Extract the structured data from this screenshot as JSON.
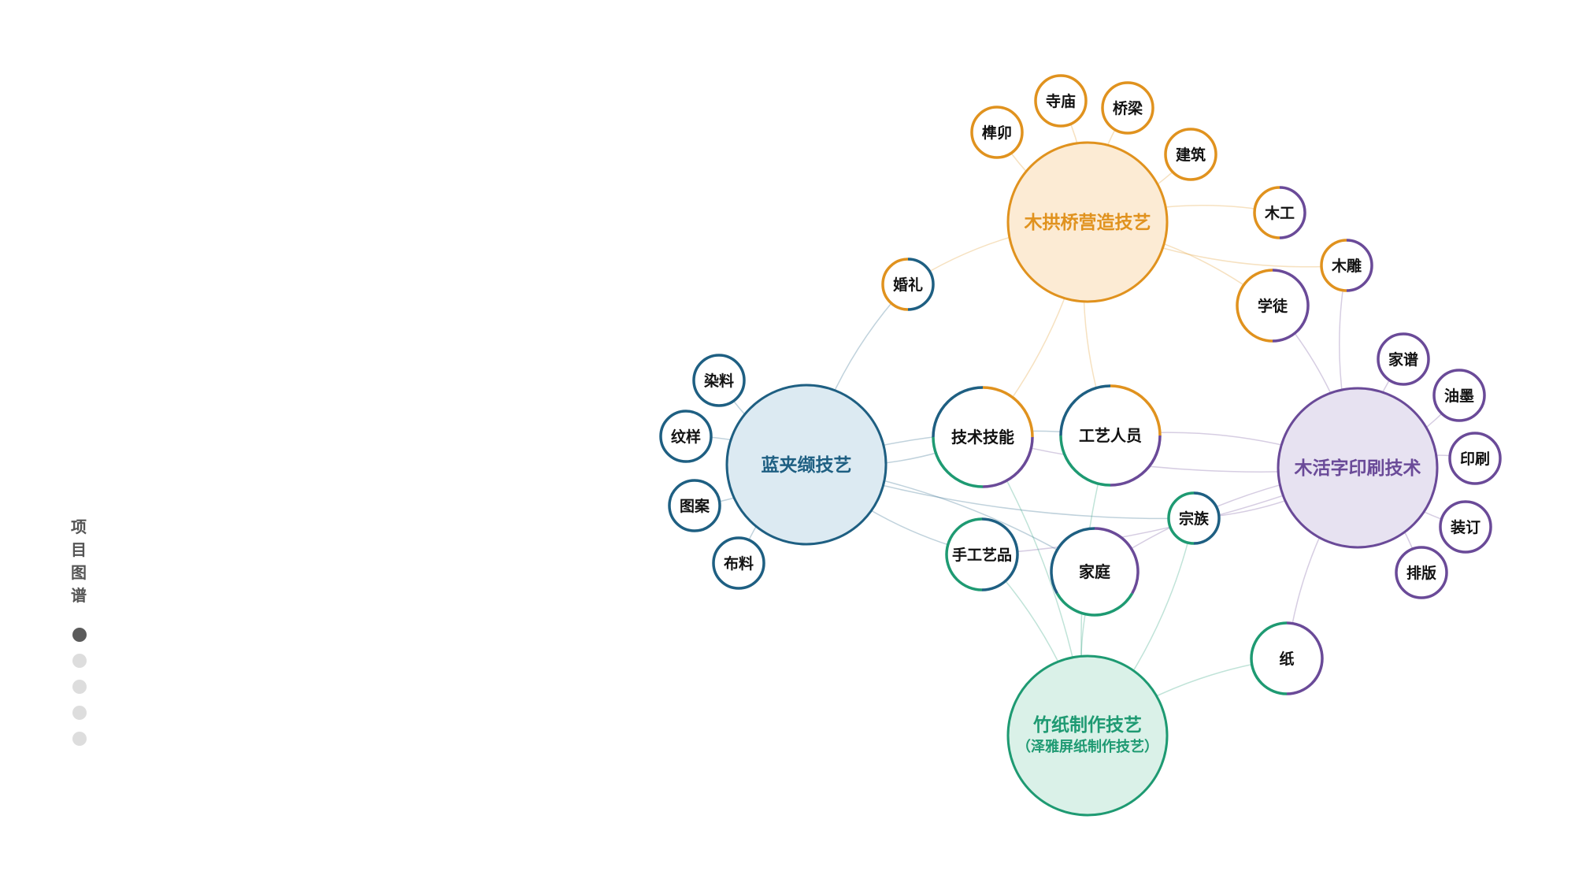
{
  "sidebar": {
    "title": [
      "项",
      "目",
      "图",
      "谱"
    ],
    "dots": [
      {
        "active": true
      },
      {
        "active": false
      },
      {
        "active": false
      },
      {
        "active": false
      },
      {
        "active": false
      }
    ]
  },
  "colors": {
    "orange": "#E0921E",
    "purple": "#6A4A98",
    "blue": "#1E5F82",
    "green": "#1E9A72",
    "orange_fill": "#FCEBD4",
    "purple_fill": "#E7E2F1",
    "blue_fill": "#DCEAF2",
    "green_fill": "#DAF1E8"
  },
  "graph": {
    "hubs": [
      {
        "id": "mgq",
        "label": "木拱桥营造技艺",
        "theme": "orange"
      },
      {
        "id": "mhz",
        "label": "木活字印刷技术",
        "theme": "purple"
      },
      {
        "id": "ljx",
        "label": "蓝夹缬技艺",
        "theme": "blue"
      },
      {
        "id": "zzz",
        "label": "竹纸制作技艺",
        "sublabel": "（泽雅屏纸制作技艺）",
        "theme": "green"
      }
    ],
    "nodes": [
      {
        "id": "sunmao",
        "label": "榫卯",
        "colors": [
          "orange"
        ]
      },
      {
        "id": "simiao",
        "label": "寺庙",
        "colors": [
          "orange"
        ]
      },
      {
        "id": "qiaoliang",
        "label": "桥梁",
        "colors": [
          "orange"
        ]
      },
      {
        "id": "jianzhu",
        "label": "建筑",
        "colors": [
          "orange"
        ]
      },
      {
        "id": "mugong",
        "label": "木工",
        "colors": [
          "purple",
          "orange"
        ]
      },
      {
        "id": "mudiao",
        "label": "木雕",
        "colors": [
          "purple",
          "orange"
        ]
      },
      {
        "id": "xuetu",
        "label": "学徒",
        "colors": [
          "purple",
          "orange"
        ]
      },
      {
        "id": "hunli",
        "label": "婚礼",
        "colors": [
          "blue",
          "orange"
        ]
      },
      {
        "id": "ranliao",
        "label": "染料",
        "colors": [
          "blue"
        ]
      },
      {
        "id": "wenyang",
        "label": "纹样",
        "colors": [
          "blue"
        ]
      },
      {
        "id": "tuan",
        "label": "图案",
        "colors": [
          "blue"
        ]
      },
      {
        "id": "buliao",
        "label": "布料",
        "colors": [
          "blue"
        ]
      },
      {
        "id": "jishu",
        "label": "技术技能",
        "colors": [
          "orange",
          "purple",
          "green",
          "blue"
        ]
      },
      {
        "id": "gongyi",
        "label": "工艺人员",
        "colors": [
          "orange",
          "purple",
          "green",
          "blue"
        ]
      },
      {
        "id": "shougong",
        "label": "手工艺品",
        "colors": [
          "blue",
          "green"
        ]
      },
      {
        "id": "jiating",
        "label": "家庭",
        "colors": [
          "purple",
          "green",
          "blue"
        ]
      },
      {
        "id": "zongzu",
        "label": "宗族",
        "colors": [
          "blue",
          "green"
        ]
      },
      {
        "id": "jiapu",
        "label": "家谱",
        "colors": [
          "purple"
        ]
      },
      {
        "id": "youmo",
        "label": "油墨",
        "colors": [
          "purple"
        ]
      },
      {
        "id": "yinshua",
        "label": "印刷",
        "colors": [
          "purple"
        ]
      },
      {
        "id": "zhuangding",
        "label": "装订",
        "colors": [
          "purple"
        ]
      },
      {
        "id": "paiban",
        "label": "排版",
        "colors": [
          "purple"
        ]
      },
      {
        "id": "zhi",
        "label": "纸",
        "colors": [
          "purple",
          "green"
        ]
      }
    ]
  }
}
